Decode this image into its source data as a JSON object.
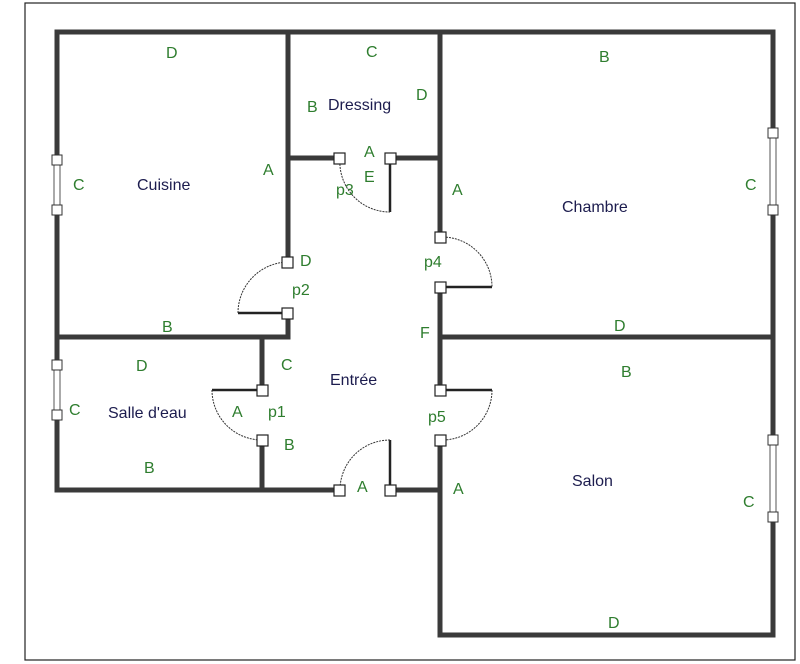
{
  "rooms": [
    "Cuisine",
    "Dressing",
    "Chambre",
    "Entrée",
    "Salle d'eau",
    "Salon"
  ],
  "doors": [
    "p1",
    "p2",
    "p3",
    "p4",
    "p5"
  ],
  "wall_labels": {
    "cuisine_top": "D",
    "cuisine_left": "C",
    "cuisine_right": "A",
    "cuisine_bottom": "B",
    "dressing_top": "C",
    "dressing_left": "B",
    "dressing_right": "D",
    "dressing_bottom": "A",
    "entree_e": "E",
    "entree_p2": "D",
    "entree_c": "C",
    "entree_f": "F",
    "entree_b": "B",
    "entree_bottom": "A",
    "chambre_top": "B",
    "chambre_left": "A",
    "chambre_right": "C",
    "chambre_bottom": "D",
    "sde_top": "D",
    "sde_left": "C",
    "sde_right": "A",
    "sde_bottom": "B",
    "salon_top": "B",
    "salon_left": "A",
    "salon_right": "C",
    "salon_bottom": "D"
  },
  "colors": {
    "label": "#2e7d2e",
    "room": "#1c1c4e",
    "wall": "#3a3a3a"
  }
}
